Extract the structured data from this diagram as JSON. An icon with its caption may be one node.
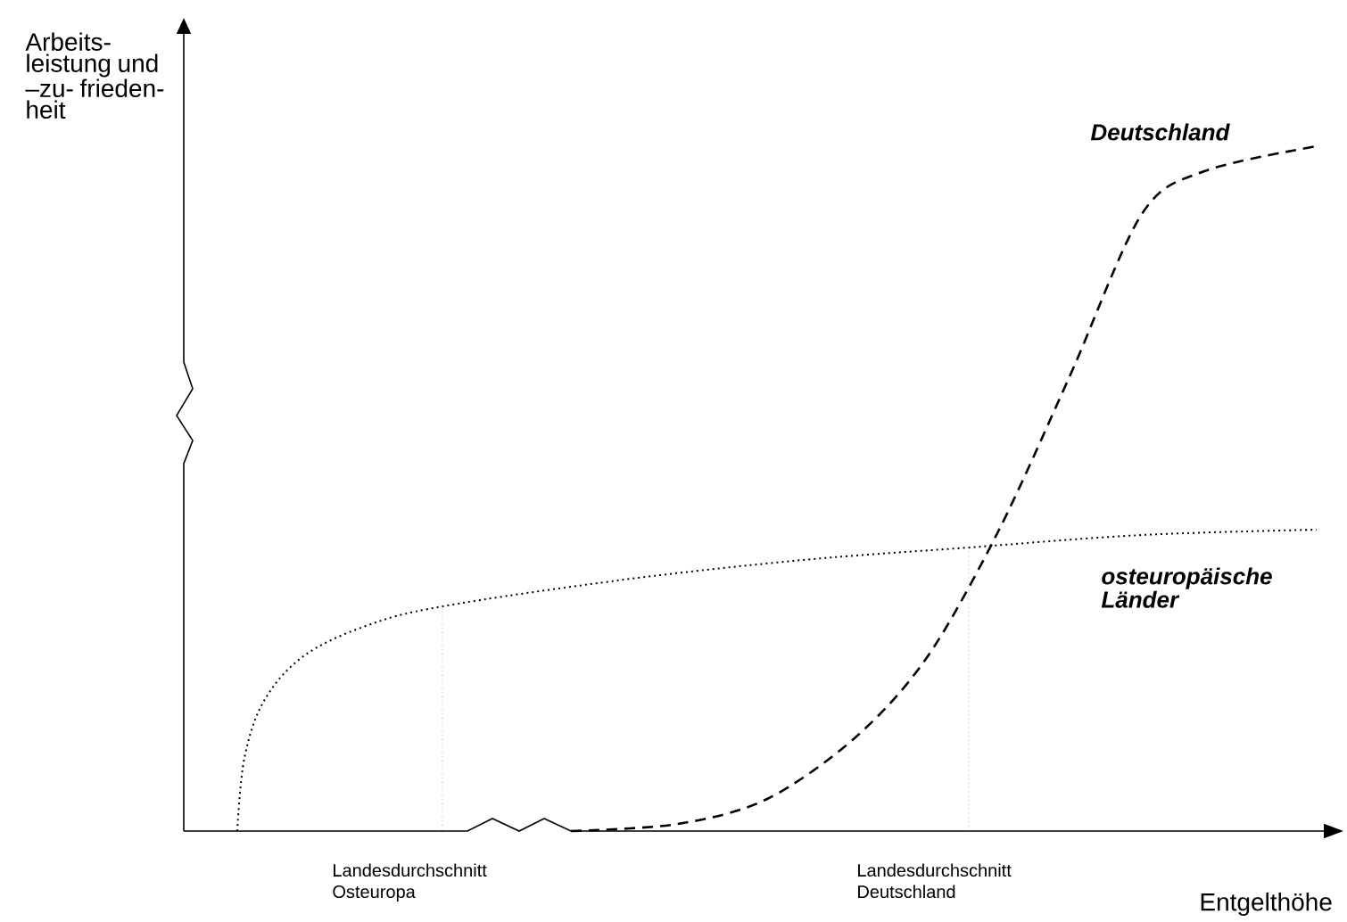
{
  "diagram": {
    "labels": [
      "Arbeits- leistung und –zu- frieden- heit",
      "Deutschland",
      "osteuropäische Länder",
      "Landesdurchschnitt Osteuropa",
      "Landesdurchschnitt Deutschland",
      "Entgelthöhe"
    ]
  }
}
